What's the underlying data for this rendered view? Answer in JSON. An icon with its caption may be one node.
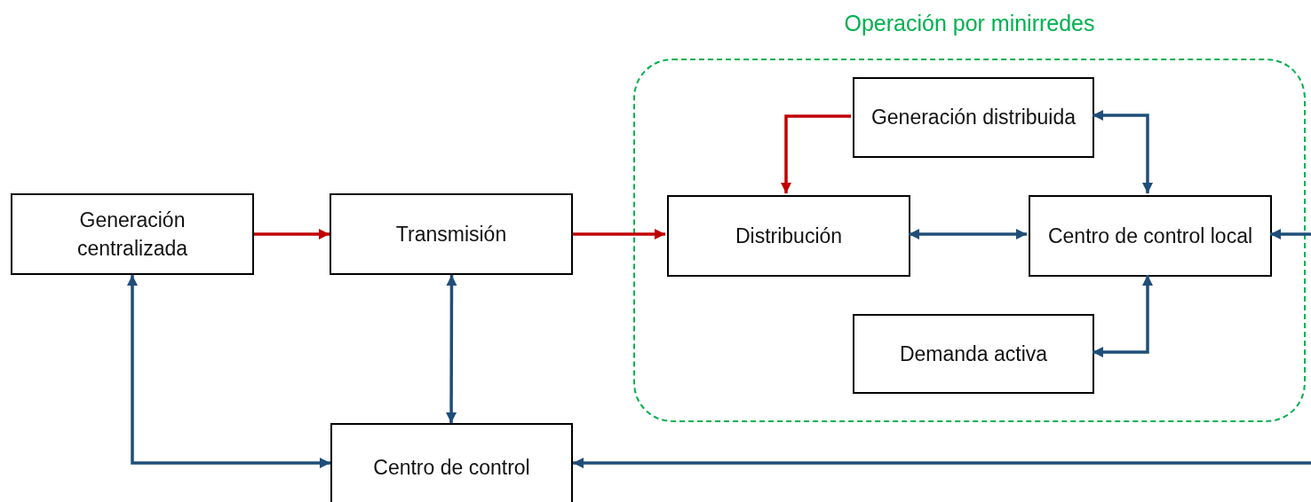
{
  "diagram": {
    "nodes": [
      {
        "text": [
          "Generación centralizada"
        ]
      },
      {
        "text": [
          "Transmisión"
        ]
      },
      {
        "text": [
          "Centro de control"
        ]
      },
      {
        "text": [
          "Operación por minirredes"
        ]
      },
      {
        "text": [
          "Generación distribuida"
        ],
        "in": 3
      },
      {
        "text": [
          "Distribución"
        ],
        "in": 3
      },
      {
        "text": [
          "Centro de control local"
        ],
        "in": 3
      },
      {
        "text": [
          "Demanda activa"
        ],
        "in": 3
      }
    ],
    "edges": [
      {
        "from": 0,
        "to": 1,
        "arrow": "to",
        "color": "#c00000"
      },
      {
        "from": 1,
        "to": 5,
        "arrow": "to",
        "color": "#c00000"
      },
      {
        "from": 4,
        "to": 5,
        "arrow": "to",
        "color": "#c00000"
      },
      {
        "from": 6,
        "to": 4,
        "arrow": "both"
      },
      {
        "from": 5,
        "to": 6,
        "arrow": "both"
      },
      {
        "from": 6,
        "to": 7,
        "arrow": "both"
      },
      {
        "from": 1,
        "to": 2,
        "arrow": "both"
      },
      {
        "from": 0,
        "to": 2,
        "arrow": "both"
      },
      {
        "from": null,
        "to": 6,
        "arrow": "to"
      },
      {
        "from": null,
        "to": 2,
        "arrow": "to"
      }
    ]
  }
}
